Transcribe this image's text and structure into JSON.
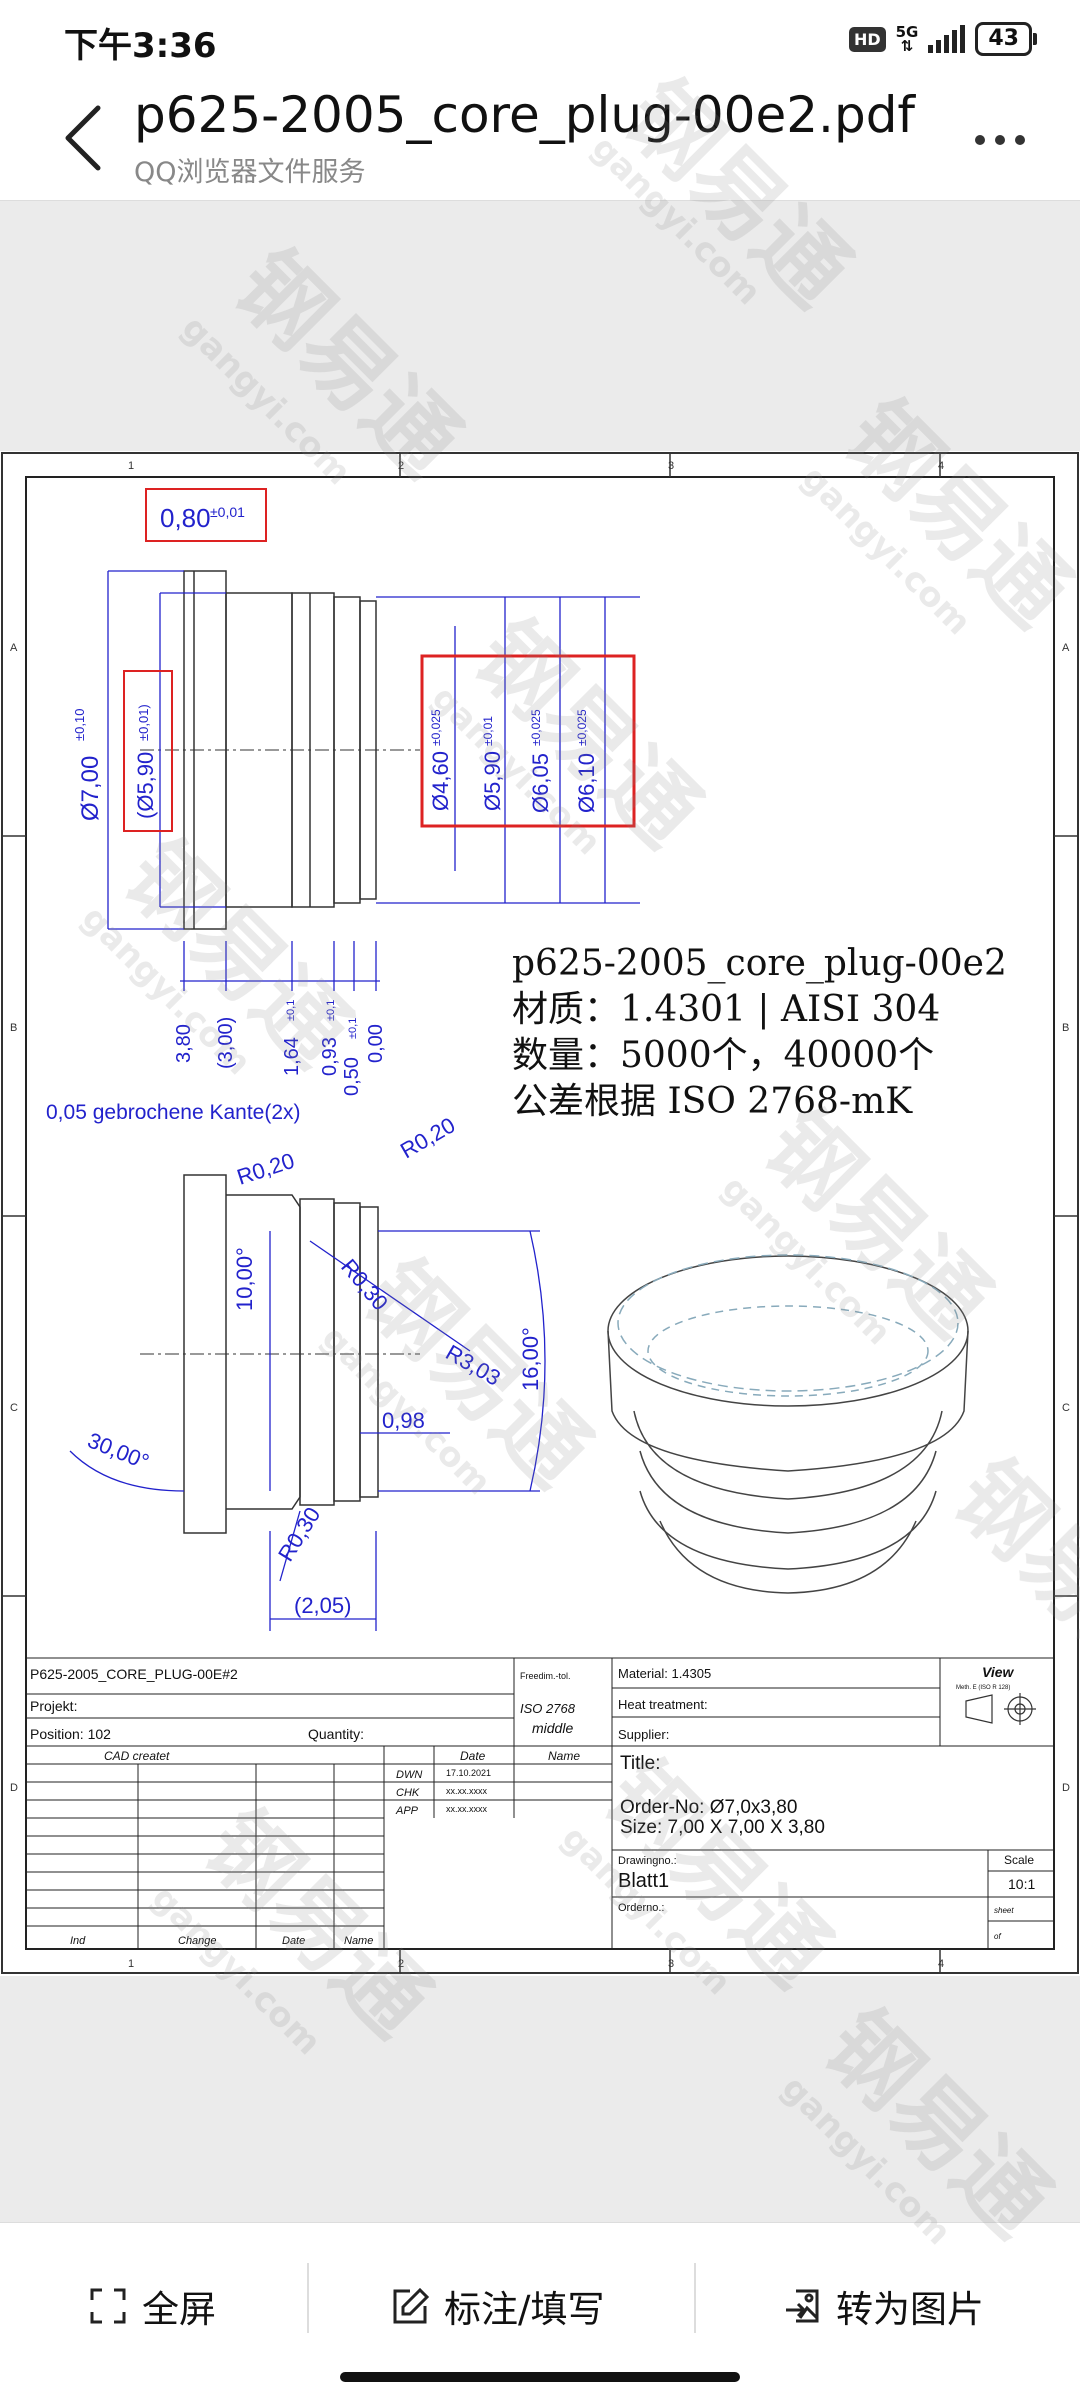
{
  "status": {
    "time": "下午3:36",
    "hd": "HD",
    "network": "5G",
    "battery": "43"
  },
  "header": {
    "title": "p625-2005_core_plug-00e2.pdf",
    "subtitle": "QQ浏览器文件服务"
  },
  "watermark": {
    "brand": "钢易通",
    "domain": "gangyi.com"
  },
  "drawing": {
    "grid_cols": [
      "1",
      "2",
      "3",
      "4"
    ],
    "grid_rows": [
      "A",
      "B",
      "C",
      "D"
    ],
    "top_view": {
      "dims": [
        "0,80",
        "±0,01",
        "Ø7,00",
        "±0,10",
        "(Ø5,90",
        "±0,01)",
        "Ø4,60",
        "±0,025",
        "Ø5,90",
        "±0,01",
        "Ø6,05",
        "±0,025",
        "Ø6,10",
        "±0,025"
      ],
      "bottom_dims": [
        "3,80",
        "(3,00)",
        "1,64",
        "±0,1",
        "0,93",
        "±0,1",
        "0,50",
        "±0,1",
        "0,00"
      ]
    },
    "info": [
      "p625-2005_core_plug-00e2",
      "材质：1.4301 | AISI 304",
      "数量：5000个，40000个",
      "公差根据 ISO 2768-mK"
    ],
    "section": {
      "note": "0,05 gebrochene Kante(2x)",
      "labels": [
        "R0,20",
        "R0,20",
        "10,00°",
        "R0,30",
        "R3,03",
        "16,00°",
        "0,98",
        "30,00°",
        "R0,30",
        "(2,05)"
      ]
    },
    "title_block": {
      "part": "P625-2005_CORE_PLUG-00E#2",
      "projekt": "Projekt:",
      "position": "Position: 102",
      "quantity": "Quantity:",
      "freedim": "Freedim.-tol.",
      "iso": "ISO 2768",
      "middle": "middle",
      "material": "Material: 1.4305",
      "heat": "Heat treatment:",
      "supplier": "Supplier:",
      "view": "View",
      "view_sub": "Meth. E (ISO R 128)",
      "cad": "CAD createt",
      "date_h": "Date",
      "name_h": "Name",
      "dwn": "DWN",
      "dwn_date": "17.10.2021",
      "chk": "CHK",
      "chk_date": "xx.xx.xxxx",
      "app": "APP",
      "app_date": "xx.xx.xxxx",
      "title": "Title:",
      "order_no": "Order-No: Ø7,0x3,80",
      "size": "Size: 7,00 X 7,00 X 3,80",
      "drawingno": "Drawingno.:",
      "blatt": "Blatt1",
      "scale_h": "Scale",
      "scale": "10:1",
      "orderno": "Orderno.:",
      "sheet": "sheet",
      "of": "of",
      "ind": "Ind",
      "change": "Change",
      "date2": "Date",
      "name2": "Name"
    }
  },
  "bottom": {
    "fullscreen": "全屏",
    "annotate": "标注/填写",
    "to_image": "转为图片"
  }
}
